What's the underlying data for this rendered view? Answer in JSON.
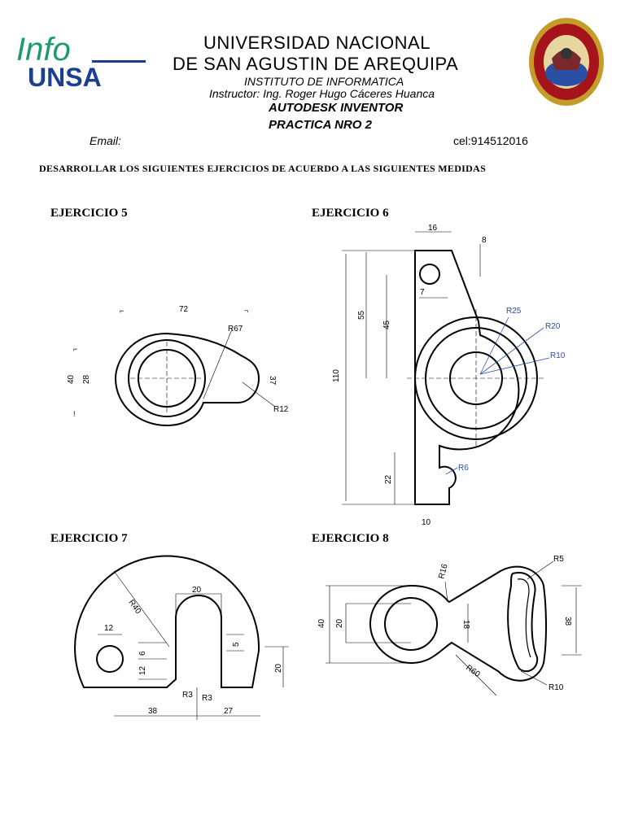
{
  "header": {
    "logo_top": "Info",
    "logo_bottom": "UNSA",
    "university_line1": "UNIVERSIDAD NACIONAL",
    "university_line2": "DE SAN AGUSTIN DE AREQUIPA",
    "institute": "INSTITUTO DE INFORMATICA",
    "instructor": "Instructor: Ing. Roger Hugo Cáceres Huanca",
    "course": "AUTODESK INVENTOR",
    "practice": "PRACTICA NRO 2",
    "email_label": "Email:",
    "cel": "cel:914512016"
  },
  "instruction": "DESARROLLAR LOS SIGUIENTES EJERCICIOS DE ACUERDO A LAS SIGUIENTES MEDIDAS",
  "exercises": {
    "e5": {
      "title": "EJERCICIO 5",
      "dims": {
        "d72": "72",
        "r67": "R67",
        "d40": "40",
        "d28": "28",
        "d37": "37",
        "r12": "R12"
      }
    },
    "e6": {
      "title": "EJERCICIO 6",
      "dims": {
        "d16": "16",
        "d8": "8",
        "d7": "7",
        "d55": "55",
        "d45": "45",
        "d110": "110",
        "r25": "R25",
        "r20": "R20",
        "r10": "R10",
        "r6": "R6",
        "d22": "22",
        "d10": "10"
      }
    },
    "e7": {
      "title": "EJERCICIO 7",
      "dims": {
        "r40": "R40",
        "d20a": "20",
        "d12a": "12",
        "d6": "6",
        "d12b": "12",
        "d5": "5",
        "r3a": "R3",
        "r3b": "R3",
        "d20b": "20",
        "d38": "38",
        "d27": "27"
      }
    },
    "e8": {
      "title": "EJERCICIO 8",
      "dims": {
        "r16": "R16",
        "r5": "R5",
        "d40": "40",
        "d20": "20",
        "d18": "18",
        "d38": "38",
        "r60": "R60",
        "r10": "R10"
      }
    }
  },
  "colors": {
    "logo_green": "#1f9a6b",
    "logo_blue": "#1c3f8f",
    "dim_blue": "#2a4fae"
  }
}
